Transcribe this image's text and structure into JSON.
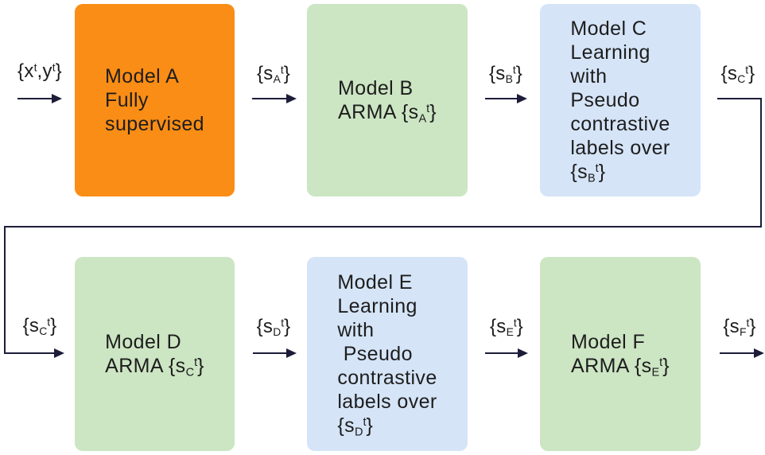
{
  "diagram": {
    "colors": {
      "orange": "#FA8D15",
      "green": "#CCE5C3",
      "blue": "#D5E4F7",
      "line": "#1D1D3A",
      "text": "#1D1D1D",
      "background": "#FFFFFF"
    },
    "boxes": {
      "model_a": {
        "color_role": "orange",
        "lines": [
          [
            {
              "text": "Model A"
            }
          ],
          [
            {
              "text": "Fully"
            }
          ],
          [
            {
              "text": "supervised"
            }
          ]
        ]
      },
      "model_b": {
        "color_role": "green",
        "lines": [
          [
            {
              "text": "Model B"
            }
          ],
          [
            {
              "text": "ARMA {s"
            },
            {
              "sub": "A"
            },
            {
              "sup": "t"
            },
            {
              "text": "}"
            }
          ]
        ]
      },
      "model_c": {
        "color_role": "blue",
        "lines": [
          [
            {
              "text": "Model C"
            }
          ],
          [
            {
              "text": "Learning"
            }
          ],
          [
            {
              "text": "with"
            }
          ],
          [
            {
              "text": "Pseudo"
            }
          ],
          [
            {
              "text": "contrastive"
            }
          ],
          [
            {
              "text": "labels over"
            }
          ],
          [
            {
              "text": "{s"
            },
            {
              "sub": "B"
            },
            {
              "sup": "t"
            },
            {
              "text": "}"
            }
          ]
        ]
      },
      "model_d": {
        "color_role": "green",
        "lines": [
          [
            {
              "text": "Model D"
            }
          ],
          [
            {
              "text": "ARMA {s"
            },
            {
              "sub": "C"
            },
            {
              "sup": "t"
            },
            {
              "text": "}"
            }
          ]
        ]
      },
      "model_e": {
        "color_role": "blue",
        "lines": [
          [
            {
              "text": "Model E"
            }
          ],
          [
            {
              "text": "Learning"
            }
          ],
          [
            {
              "text": "with"
            }
          ],
          [
            {
              "text": " Pseudo"
            }
          ],
          [
            {
              "text": "contrastive"
            }
          ],
          [
            {
              "text": "labels over"
            }
          ],
          [
            {
              "text": "{s"
            },
            {
              "sub": "D"
            },
            {
              "sup": "t"
            },
            {
              "text": "}"
            }
          ]
        ]
      },
      "model_f": {
        "color_role": "green",
        "lines": [
          [
            {
              "text": "Model F"
            }
          ],
          [
            {
              "text": "ARMA {s"
            },
            {
              "sub": "E"
            },
            {
              "sup": "t"
            },
            {
              "text": "}"
            }
          ]
        ]
      }
    },
    "labels": {
      "input": [
        {
          "text": "{x"
        },
        {
          "sup": "t"
        },
        {
          "text": ",y"
        },
        {
          "sup": "t"
        },
        {
          "text": "}"
        }
      ],
      "s_a": [
        {
          "text": "{s"
        },
        {
          "sub": "A"
        },
        {
          "sup": "t"
        },
        {
          "text": "}"
        }
      ],
      "s_b": [
        {
          "text": "{s"
        },
        {
          "sub": "B"
        },
        {
          "sup": "t"
        },
        {
          "text": "}"
        }
      ],
      "s_c_out": [
        {
          "text": "{s"
        },
        {
          "sub": "C"
        },
        {
          "sup": "t"
        },
        {
          "text": "}"
        }
      ],
      "s_c_in": [
        {
          "text": "{s"
        },
        {
          "sub": "C"
        },
        {
          "sup": "t"
        },
        {
          "text": "}"
        }
      ],
      "s_d": [
        {
          "text": "{s"
        },
        {
          "sub": "D"
        },
        {
          "sup": "t"
        },
        {
          "text": "}"
        }
      ],
      "s_e": [
        {
          "text": "{s"
        },
        {
          "sub": "E"
        },
        {
          "sup": "t"
        },
        {
          "text": "}"
        }
      ],
      "s_f": [
        {
          "text": "{s"
        },
        {
          "sub": "F"
        },
        {
          "sup": "t"
        },
        {
          "text": "}"
        }
      ]
    }
  }
}
